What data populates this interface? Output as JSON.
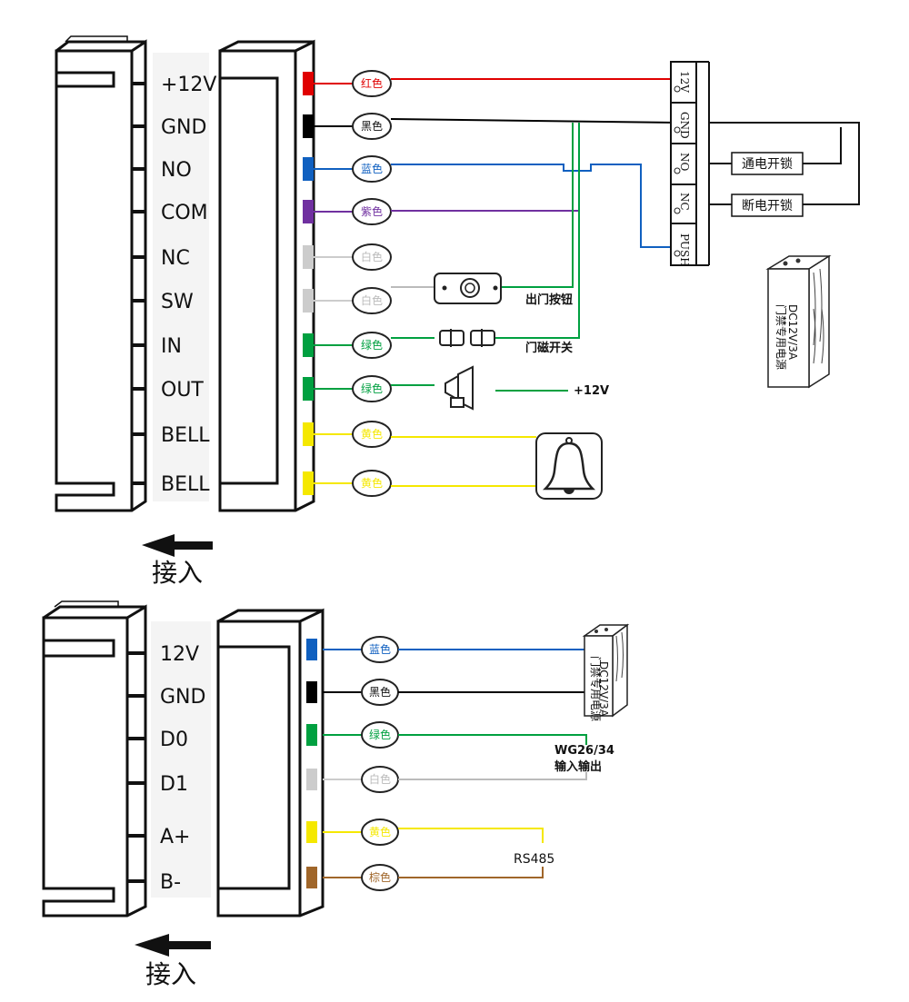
{
  "top": {
    "pins": [
      "+12V",
      "GND",
      "NO",
      "COM",
      "NC",
      "SW",
      "IN",
      "OUT",
      "BELL",
      "BELL"
    ],
    "wires": [
      {
        "label": "红色",
        "color": "#e00000"
      },
      {
        "label": "黑色",
        "color": "#000000"
      },
      {
        "label": "蓝色",
        "color": "#1060c0"
      },
      {
        "label": "紫色",
        "color": "#7030a0"
      },
      {
        "label": "白色",
        "color": "#cccccc"
      },
      {
        "label": "白色",
        "color": "#cccccc"
      },
      {
        "label": "绿色",
        "color": "#00a040"
      },
      {
        "label": "绿色",
        "color": "#00a040"
      },
      {
        "label": "黄色",
        "color": "#f5e800"
      },
      {
        "label": "黄色",
        "color": "#f5e800"
      }
    ],
    "terminals": [
      "12V",
      "GND",
      "NO",
      "NC",
      "PUSH"
    ],
    "lock_boxes": [
      "通电开锁",
      "断电开锁"
    ],
    "exit_button": "出门按钮",
    "door_sensor": "门磁开关",
    "siren_label": "+12V",
    "power_supply": [
      "DC12V/3A",
      "门禁专用电源"
    ],
    "arrow_label": "接入"
  },
  "bottom": {
    "pins": [
      "12V",
      "GND",
      "D0",
      "D1",
      "A+",
      "B-"
    ],
    "wires": [
      {
        "label": "蓝色",
        "color": "#1060c0"
      },
      {
        "label": "黑色",
        "color": "#000000"
      },
      {
        "label": "绿色",
        "color": "#00a040"
      },
      {
        "label": "白色",
        "color": "#cccccc"
      },
      {
        "label": "黄色",
        "color": "#f5e800"
      },
      {
        "label": "棕色",
        "color": "#a0662a"
      }
    ],
    "wiegand": [
      "WG26/34",
      "输入输出"
    ],
    "rs485": "RS485",
    "power_supply": [
      "DC12V/3A",
      "门禁专用电源"
    ],
    "arrow_label": "接入"
  }
}
